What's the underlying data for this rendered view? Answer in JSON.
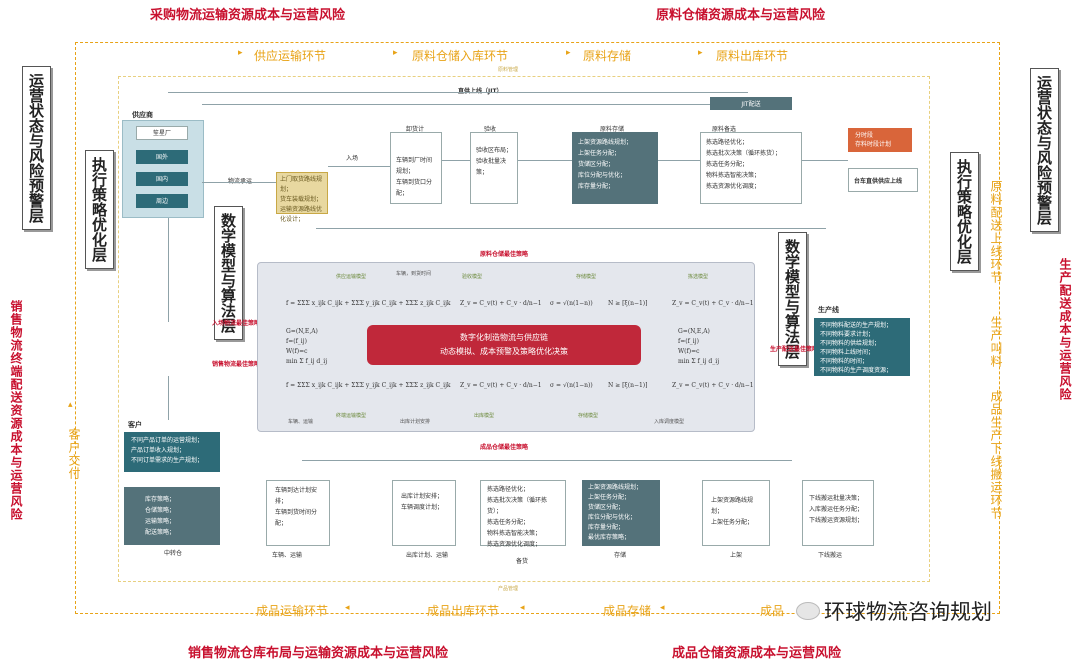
{
  "titles": {
    "top_left": "采购物流运输资源成本与运营风险",
    "top_right": "原料仓储资源成本与运营风险",
    "bottom_left": "销售物流仓库布局与运输资源成本与运营风险",
    "bottom_right": "成品仓储资源成本与运营风险",
    "left": "销售物流终端配送资源成本与运营风险",
    "right": "生产配送成本与运营风险"
  },
  "stages_top": [
    "供应运输环节",
    "原料仓储入库环节",
    "原料存储",
    "原料出库环节"
  ],
  "stages_bottom": [
    "成品运输环节",
    "成品出库环节",
    "成品存储",
    "成品"
  ],
  "stage_right": [
    "原料配送上线环节",
    "生产叫料",
    "成品生产下线搬运环节"
  ],
  "stage_left": "客户交付",
  "small_top_caption": "原料管理",
  "small_bottom_caption": "产品管理",
  "layers": {
    "risk_left": "运营状态与风险预警层",
    "risk_right": "运营状态与风险预警层",
    "exec_left": "执行策略优化层",
    "exec_right": "执行策略优化层",
    "math_left": "数学模型与算法层",
    "math_right": "数学模型与算法层"
  },
  "supplier": {
    "title": "供应商",
    "items": [
      "笙星厂",
      "国外",
      "国内",
      "周边"
    ]
  },
  "transport_label": "物流承运",
  "inbound_label": "入场",
  "direct_line": "直供上线（JIT）",
  "jit_box": "JIT配送",
  "supply_box_lines": [
    "上门取货路线规划；",
    "货车装载规划；",
    "运输资源路线优化设计；"
  ],
  "top_boxes": [
    {
      "title": "卸货计",
      "lines": [
        "车辆到厂时间规划；",
        "车辆到货口分配；"
      ]
    },
    {
      "title": "验收",
      "lines": [
        "验收区布局；",
        "验收批量决策；"
      ]
    },
    {
      "title": "原料存储",
      "lines": [
        "上架资源路线规划；",
        "上架任务分配；",
        "货储区分配；",
        "库位分配与优化；",
        "库存量分配；"
      ]
    },
    {
      "title": "原料备选",
      "lines": [
        "拣选路径优化；",
        "拣选批次决策（循环拣货）；",
        "拣选任务分配；",
        "物料拣选智能决策；",
        "拣选资源优化调度；"
      ]
    }
  ],
  "orange_box_lines": [
    "分时段",
    "存料时段计划"
  ],
  "factory_line": "台车直供供应上线",
  "production": {
    "title": "生产线",
    "lines": [
      "不同物料配送的生产规划；",
      "不同物料要求计划；",
      "不同物料的供给规划；",
      "不同物料上线时间；",
      "不同物料的时间；",
      "不同物料的生产调度资源；"
    ]
  },
  "strategies": {
    "raw_warehouse": "原料仓储最佳策略",
    "inbound": "入场物流最佳策略",
    "sales": "销售物流最佳策略",
    "production": "生产配送最佳策略",
    "finished": "成品仓储最佳策略"
  },
  "center": {
    "banner_line1": "数字化制造物流与供应链",
    "banner_line2": "动态模拟、成本预警及策略优化决策",
    "top_tags": [
      "供应运输模型",
      "车辆，到货时间",
      "验收模型",
      "存储模型",
      "拣选模型"
    ],
    "bottom_tags": [
      "车辆、运输",
      "终端运输模型",
      "出库计划安排",
      "出库模型",
      "存储模型",
      "入库调度模型"
    ],
    "formulas_top": [
      "f = ΣΣΣ x_ijk C_ijk + ΣΣΣ y_ijk C_ijk + ΣΣΣ z_ijk C_ijk",
      "Z_v = C_v(t) + C_v · d/n−1",
      "σ = √(n(1−n))",
      "N ≥ [ξ(n−1)]",
      "Z_v = C_v(t) + C_v · d/n−1"
    ],
    "formulas_mid": [
      "G=(N,E,A)",
      "f=(f_ij)",
      "W(f)=c",
      "min Σ f_ij d_ij"
    ],
    "formulas_mid_r": [
      "G=(N,E,A)",
      "f=(f_ij)",
      "W(f)=c",
      "min Σ f_ij d_ij"
    ],
    "formulas_bottom": [
      "f = ΣΣΣ x_ijk C_ijk + ΣΣΣ y_ijk C_ijk + ΣΣΣ z_ijk C_ijk",
      "Z_v = C_v(t) + C_v · d/n−1",
      "σ = √(n(1−n))",
      "N ≥ [ξ(n−1)]",
      "Z_v = C_v(t) + C_v · d/n−1"
    ]
  },
  "customer": {
    "title": "客户",
    "lines": [
      "不同产品订单的运营规划；",
      "产品订单收入规划；",
      "不同订单需求的生产规划；"
    ]
  },
  "terminal": {
    "caption": "中转仓",
    "lines": [
      "库存策略；",
      "仓储策略；",
      "运输策略；",
      "配送策略；"
    ]
  },
  "bottom_boxes": [
    {
      "caption": "车辆、运输",
      "lines": [
        "车辆到达计划安排；",
        "车辆到货时间分配；"
      ]
    },
    {
      "caption": "出库计划、运输",
      "lines": [
        "出库计划安排；",
        "车辆调度计划；"
      ]
    },
    {
      "caption": "备货",
      "lines": [
        "拣选路径优化；",
        "拣选批次决策（循环拣货）；",
        "拣选任务分配；",
        "物料拣选智能决策；",
        "拣选资源优化调度；"
      ]
    },
    {
      "caption": "存储",
      "lines": [
        "上架资源路线规划；",
        "上架任务分配；",
        "货储区分配；",
        "库位分配与优化；",
        "库存量分配；",
        "最优库存策略；"
      ]
    },
    {
      "caption": "上架",
      "lines": [
        "上架资源路线规划；",
        "上架任务分配；"
      ]
    },
    {
      "caption": "下线搬运",
      "lines": [
        "下线搬运批量决策；",
        "入库搬运任务分配；",
        "下线搬运资源规划；"
      ]
    }
  ],
  "watermark": "环球物流咨询规划"
}
